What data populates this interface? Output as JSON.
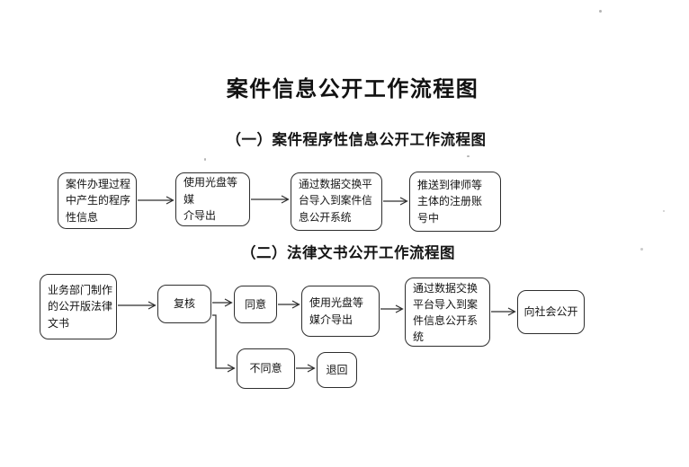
{
  "document": {
    "title": "案件信息公开工作流程图",
    "sections": [
      {
        "heading": "（一）案件程序性信息公开工作流程图"
      },
      {
        "heading": "（二）法律文书公开工作流程图"
      }
    ]
  },
  "flow1": {
    "nodes": {
      "source": "案件办理过程\n中产生的程序\n性信息",
      "export": "使用光盘等媒\n介导出",
      "import": "通过数据交换平\n台导入到案件信\n息公开系统",
      "push": "推送到律师等\n主体的注册账\n号中"
    }
  },
  "flow2": {
    "nodes": {
      "source": "业务部门制作\n的公开版法律\n文书",
      "review": "复核",
      "approve": "同意",
      "export": "使用光盘等\n媒介导出",
      "import": "通过数据交换\n平台导入到案\n件信息公开系\n统",
      "publish": "向社会公开",
      "reject": "不同意",
      "return": "退回"
    }
  }
}
